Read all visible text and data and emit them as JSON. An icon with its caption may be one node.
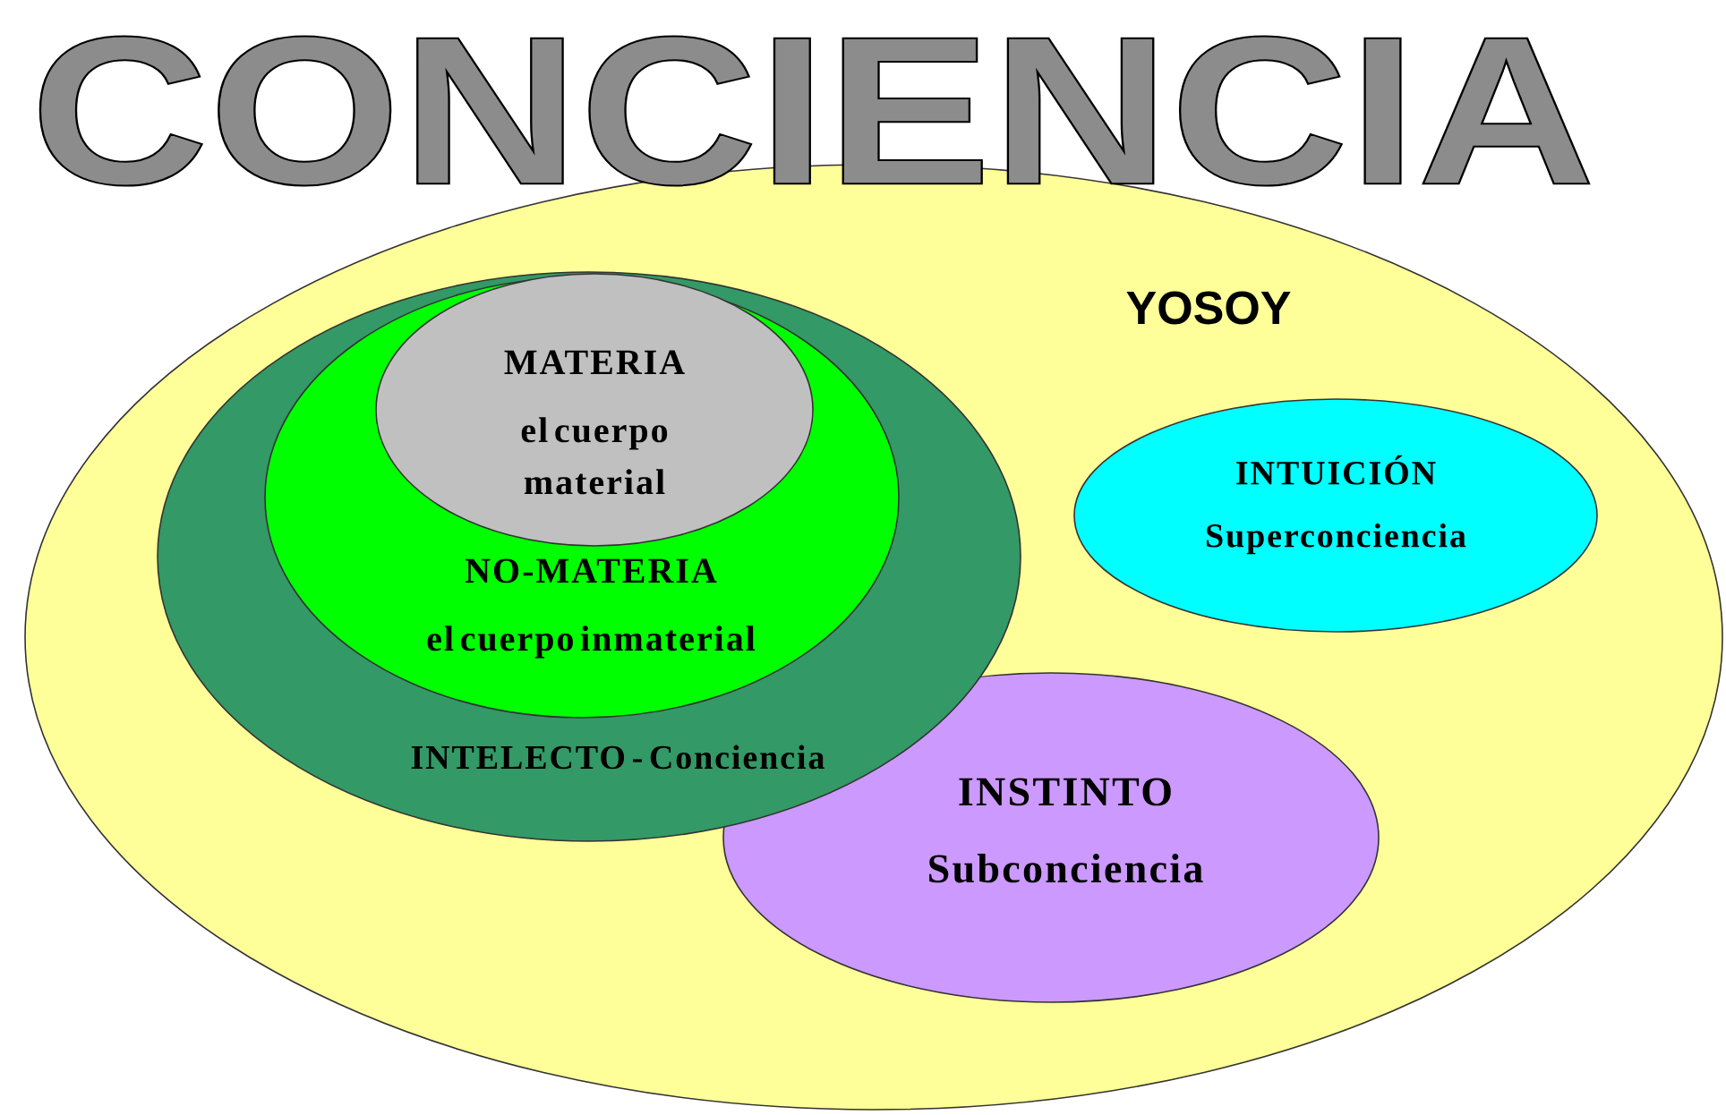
{
  "diagram": {
    "title": "CONCIENCIA",
    "nodes": [
      {
        "text": [
          "YOSOY"
        ]
      },
      {
        "text": [
          "INTELECTO - Conciencia"
        ],
        "in": 0
      },
      {
        "text": [
          "NO-MATERIA",
          "el cuerpo inmaterial"
        ],
        "in": 1
      },
      {
        "text": [
          "MATERIA",
          "el cuerpo material"
        ],
        "in": 2
      },
      {
        "text": [
          "INTUICIÓN",
          "Superconciencia"
        ],
        "in": 0
      },
      {
        "text": [
          "INSTINTO",
          "Subconciencia"
        ],
        "in": 0
      }
    ]
  }
}
